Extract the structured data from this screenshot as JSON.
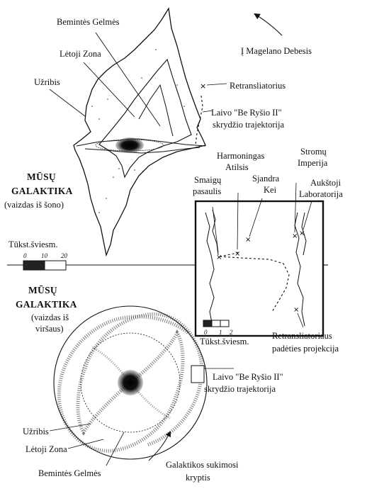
{
  "labels": {
    "magellan": "Į Magelano Debesis",
    "core_top": "Bemintės Gelmės",
    "slow_top": "Lėtoji Zona",
    "beyond_top": "Užribis",
    "relay": "Retransliatorius",
    "ship_path_top_1": "Laivo \"Be Ryšio II\"",
    "ship_path_top_2": "skrydžio trajektorija",
    "harmonious_1": "Harmoningas",
    "harmonious_2": "Atilsis",
    "streams_1": "Stromų",
    "streams_2": "Imperija",
    "high_lab_1": "Aukštoji",
    "high_lab_2": "Laboratorija",
    "snail_1": "Smaigų",
    "snail_2": "pasaulis",
    "sjandra_1": "Sjandra",
    "sjandra_2": "Kei",
    "side_title_1": "MŪSŲ",
    "side_title_2": "GALAKTIKA",
    "side_sub": "(vaizdas iš šono)",
    "ly_top": "Tūkst.šviesm.",
    "ly_top_ticks": [
      "0",
      "10",
      "20"
    ],
    "top_title_1": "MŪSŲ",
    "top_title_2": "GALAKTIKA",
    "top_sub_1": "(vaizdas iš",
    "top_sub_2": "viršaus)",
    "ly_inset_ticks": [
      "0",
      "1",
      "2"
    ],
    "ly_inset": "Tūkst.šviesm.",
    "relay_proj_1": "Retransliatoriaus",
    "relay_proj_2": "padėties projekcija",
    "ship_path_bottom_1": "Laivo \"Be Ryšio II\"",
    "ship_path_bottom_2": "skrydžio trajektorija",
    "beyond_bottom": "Užribis",
    "slow_bottom": "Lėtoji Zona",
    "core_bottom": "Bemintės Gelmės",
    "rotation_1": "Galaktikos sukimosi",
    "rotation_2": "kryptis"
  }
}
